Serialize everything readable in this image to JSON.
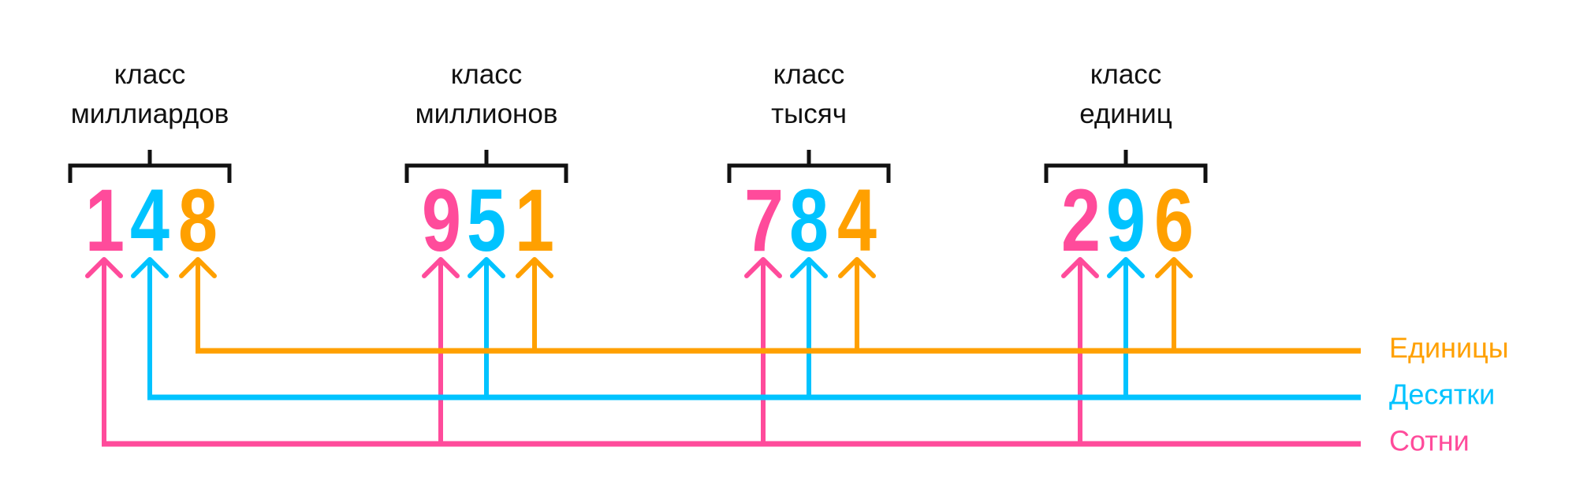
{
  "colors": {
    "hundreds": "#FF4B9B",
    "tens": "#00C3FF",
    "units": "#FFA000",
    "bracket": "#111111"
  },
  "classes": [
    {
      "line1": "класс",
      "line2": "миллиардов",
      "digits": [
        "1",
        "4",
        "8"
      ]
    },
    {
      "line1": "класс",
      "line2": "миллионов",
      "digits": [
        "9",
        "5",
        "1"
      ]
    },
    {
      "line1": "класс",
      "line2": "тысяч",
      "digits": [
        "7",
        "8",
        "4"
      ]
    },
    {
      "line1": "класс",
      "line2": "единиц",
      "digits": [
        "2",
        "9",
        "6"
      ]
    }
  ],
  "legend": {
    "units": "Единицы",
    "tens": "Десятки",
    "hundreds": "Сотни"
  }
}
